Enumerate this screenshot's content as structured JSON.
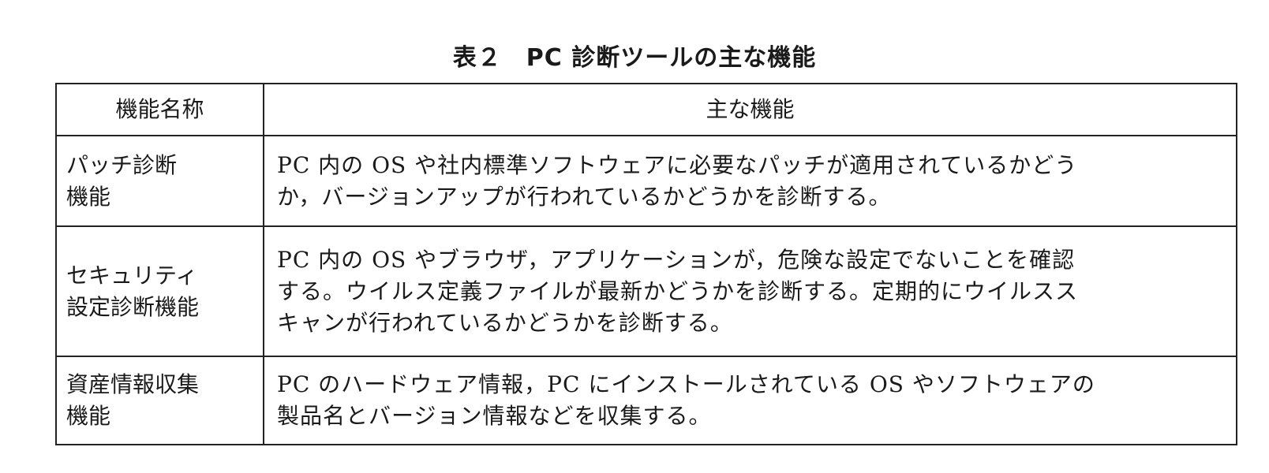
{
  "document": {
    "title": "表２　PC 診断ツールの主な機能",
    "table": {
      "headers": [
        "機能名称",
        "主な機能"
      ],
      "rows": [
        {
          "name_lines": [
            "パッチ診断",
            "機能"
          ],
          "desc_lines": [
            "PC 内の OS や社内標準ソフトウェアに必要なパッチが適用されているかどう",
            "か，バージョンアップが行われているかどうかを診断する。"
          ]
        },
        {
          "name_lines": [
            "セキュリティ",
            "設定診断機能"
          ],
          "desc_lines": [
            "PC 内の OS やブラウザ，アプリケーションが，危険な設定でないことを確認",
            "する。ウイルス定義ファイルが最新かどうかを診断する。定期的にウイルスス",
            "キャンが行われているかどうかを診断する。"
          ]
        },
        {
          "name_lines": [
            "資産情報収集",
            "機能"
          ],
          "desc_lines": [
            "PC のハードウェア情報，PC にインストールされている OS やソフトウェアの",
            "製品名とバージョン情報などを収集する。"
          ]
        }
      ]
    }
  }
}
